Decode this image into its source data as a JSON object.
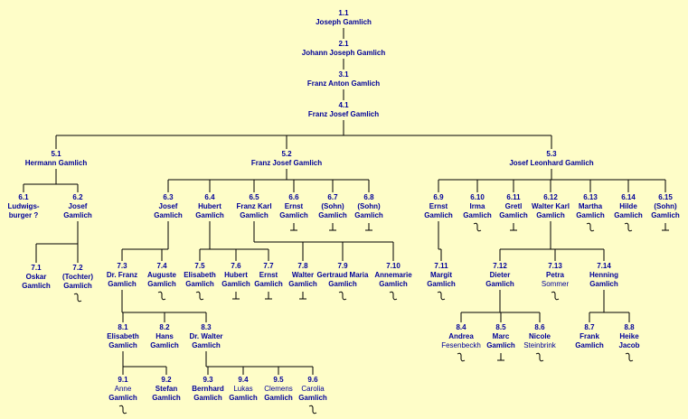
{
  "colors": {
    "background": "#fefdc8",
    "text": "#000099",
    "line": "#000000"
  },
  "nodes": [
    {
      "id": "1.1",
      "lines": [
        "Joseph Gamlich"
      ]
    },
    {
      "id": "2.1",
      "lines": [
        "Johann Joseph Gamlich"
      ]
    },
    {
      "id": "3.1",
      "lines": [
        "Franz Anton Gamlich"
      ]
    },
    {
      "id": "4.1",
      "lines": [
        "Franz Josef Gamlich"
      ]
    },
    {
      "id": "5.1",
      "lines": [
        "Hermann Gamlich"
      ]
    },
    {
      "id": "5.2",
      "lines": [
        "Franz Josef Gamlich"
      ]
    },
    {
      "id": "5.3",
      "lines": [
        "Josef Leonhard Gamlich"
      ]
    },
    {
      "id": "6.1",
      "lines": [
        "Ludwigs-",
        "burger ?"
      ]
    },
    {
      "id": "6.2",
      "lines": [
        "Josef",
        "Gamlich"
      ]
    },
    {
      "id": "7.1",
      "lines": [
        "Oskar",
        "Gamlich"
      ]
    },
    {
      "id": "7.2",
      "lines": [
        "(Tochter)",
        "Gamlich"
      ],
      "mark": "died"
    },
    {
      "id": "6.3",
      "lines": [
        "Josef",
        "Gamlich"
      ]
    },
    {
      "id": "6.4",
      "lines": [
        "Hubert",
        "Gamlich"
      ]
    },
    {
      "id": "6.5",
      "lines": [
        "Franz Karl",
        "Gamlich"
      ]
    },
    {
      "id": "6.6",
      "lines": [
        "Ernst",
        "Gamlich"
      ],
      "mark": "end"
    },
    {
      "id": "6.7",
      "lines": [
        "(Sohn)",
        "Gamlich"
      ],
      "mark": "end"
    },
    {
      "id": "6.8",
      "lines": [
        "(Sohn)",
        "Gamlich"
      ],
      "mark": "end"
    },
    {
      "id": "7.3",
      "lines": [
        "Dr. Franz",
        "Gamlich"
      ]
    },
    {
      "id": "7.4",
      "lines": [
        "Auguste",
        "Gamlich"
      ],
      "mark": "died"
    },
    {
      "id": "7.5",
      "lines": [
        "Elisabeth",
        "Gamlich"
      ],
      "mark": "died"
    },
    {
      "id": "7.6",
      "lines": [
        "Hubert",
        "Gamlich"
      ],
      "mark": "end"
    },
    {
      "id": "7.7",
      "lines": [
        "Ernst",
        "Gamlich"
      ],
      "mark": "end"
    },
    {
      "id": "7.8",
      "lines": [
        "Walter",
        "Gamlich"
      ],
      "mark": "end"
    },
    {
      "id": "7.9",
      "lines": [
        "Gertraud Maria",
        "Gamlich"
      ],
      "mark": "died"
    },
    {
      "id": "7.10",
      "lines": [
        "Annemarie",
        "Gamlich"
      ],
      "mark": "died"
    },
    {
      "id": "8.1",
      "lines": [
        "Elisabeth",
        "Gamlich"
      ]
    },
    {
      "id": "8.2",
      "lines": [
        "Hans",
        "Gamlich"
      ]
    },
    {
      "id": "8.3",
      "lines": [
        "Dr. Walter",
        "Gamlich"
      ]
    },
    {
      "id": "9.1",
      "lines": [
        "Anne",
        "Gamlich"
      ],
      "mark": "died",
      "light": [
        0
      ]
    },
    {
      "id": "9.2",
      "lines": [
        "Stefan",
        "Gamlich"
      ]
    },
    {
      "id": "9.3",
      "lines": [
        "Bernhard",
        "Gamlich"
      ]
    },
    {
      "id": "9.4",
      "lines": [
        "Lukas",
        "Gamlich"
      ],
      "light": [
        0
      ]
    },
    {
      "id": "9.5",
      "lines": [
        "Clemens",
        "Gamlich"
      ],
      "light": [
        0
      ]
    },
    {
      "id": "9.6",
      "lines": [
        "Carolia",
        "Gamlich"
      ],
      "mark": "died",
      "light": [
        0
      ]
    },
    {
      "id": "6.9",
      "lines": [
        "Ernst",
        "Gamlich"
      ]
    },
    {
      "id": "6.10",
      "lines": [
        "Irma",
        "Gamlich"
      ],
      "mark": "died"
    },
    {
      "id": "6.11",
      "lines": [
        "Gretl",
        "Gamlich"
      ],
      "mark": "end"
    },
    {
      "id": "6.12",
      "lines": [
        "Walter Karl",
        "Gamlich"
      ]
    },
    {
      "id": "6.13",
      "lines": [
        "Martha",
        "Gamlich"
      ],
      "mark": "died"
    },
    {
      "id": "6.14",
      "lines": [
        "Hilde",
        "Gamlich"
      ],
      "mark": "died"
    },
    {
      "id": "6.15",
      "lines": [
        "(Sohn)",
        "Gamlich"
      ],
      "mark": "end"
    },
    {
      "id": "7.11",
      "lines": [
        "Margit",
        "Gamlich"
      ],
      "mark": "died"
    },
    {
      "id": "7.12",
      "lines": [
        "Dieter",
        "Gamlich"
      ]
    },
    {
      "id": "7.13",
      "lines": [
        "Petra",
        "Sommer"
      ],
      "mark": "died",
      "light": [
        1
      ]
    },
    {
      "id": "7.14",
      "lines": [
        "Henning",
        "Gamlich"
      ]
    },
    {
      "id": "8.4",
      "lines": [
        "Andrea",
        "Fesenbeckh"
      ],
      "mark": "died",
      "light": [
        1
      ]
    },
    {
      "id": "8.5",
      "lines": [
        "Marc",
        "Gamlich"
      ],
      "mark": "end"
    },
    {
      "id": "8.6",
      "lines": [
        "Nicole",
        "Steinbrink"
      ],
      "mark": "died",
      "light": [
        1
      ]
    },
    {
      "id": "8.7",
      "lines": [
        "Frank",
        "Gamlich"
      ]
    },
    {
      "id": "8.8",
      "lines": [
        "Heike",
        "Jacob"
      ],
      "mark": "died"
    }
  ]
}
